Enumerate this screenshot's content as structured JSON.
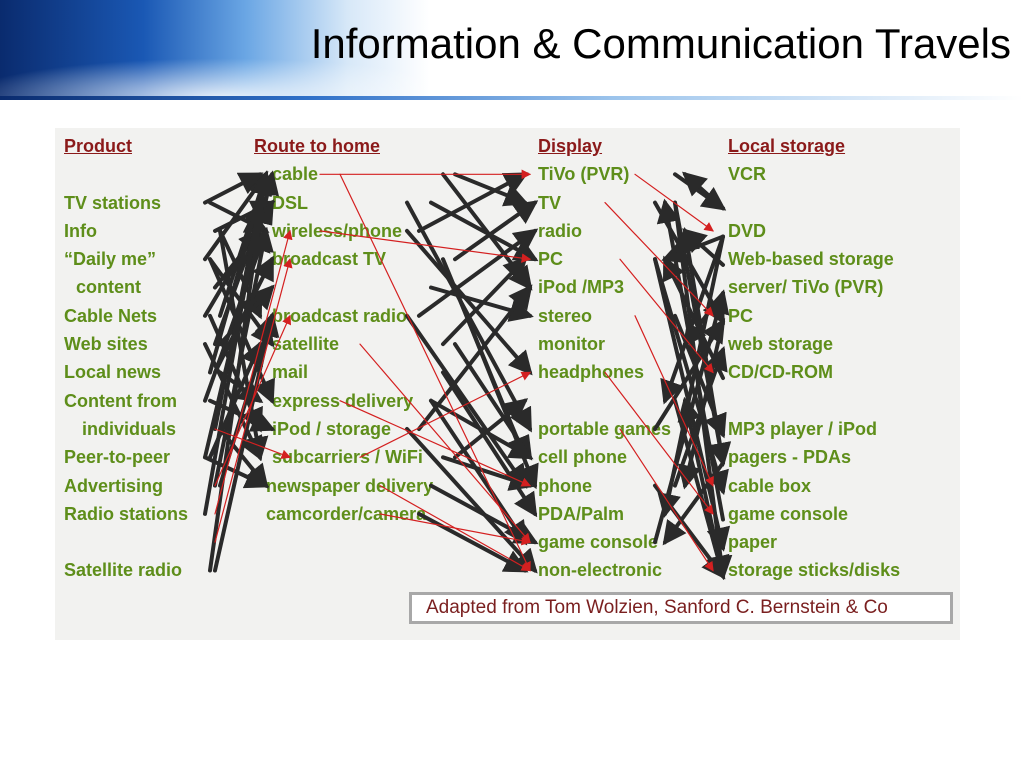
{
  "slide": {
    "title": "Information & Communication Travels"
  },
  "columns": {
    "product": {
      "header": "Product",
      "items": [
        "",
        "TV stations",
        "Info",
        "“Daily me”",
        "content",
        "Cable Nets",
        "Web sites",
        "Local news",
        "Content from",
        "individuals",
        "Peer-to-peer",
        "Advertising",
        "Radio stations",
        "",
        "Satellite radio"
      ]
    },
    "route": {
      "header": "Route to home",
      "items": [
        "cable",
        "DSL",
        "wireless/phone",
        "broadcast TV",
        "",
        "broadcast radio",
        "satellite",
        "mail",
        "express delivery",
        "iPod / storage",
        "subcarriers / ",
        "newspaper delivery",
        "camcorder/camera"
      ],
      "wifi_suffix": "WiFi"
    },
    "display": {
      "header": "Display",
      "items": [
        "TiVo (PVR)",
        "TV",
        "radio",
        "PC",
        "iPod /MP3",
        "stereo",
        "monitor",
        "headphones",
        "",
        "portable games",
        "cell phone",
        "phone",
        "PDA/Palm",
        "game console",
        "non-electronic"
      ]
    },
    "storage": {
      "header": "Local storage",
      "items": [
        "VCR",
        "",
        "DVD",
        "Web-based storage",
        "server/ TiVo (PVR)",
        "PC",
        "web storage",
        "CD/CD-ROM",
        "",
        "MP3 player / iPod",
        "pagers - PDAs",
        "cable box",
        "game console",
        "paper",
        "storage sticks/disks"
      ]
    }
  },
  "credit": "Adapted from Tom Wolzien, Sanford C. Bernstein & Co",
  "colors": {
    "item_text": "#5e8e1a",
    "header_text": "#8b1a1a",
    "dark_arrow": "#2a2a2a",
    "red_arrow": "#d42020",
    "panel": "#f2f2f0"
  }
}
